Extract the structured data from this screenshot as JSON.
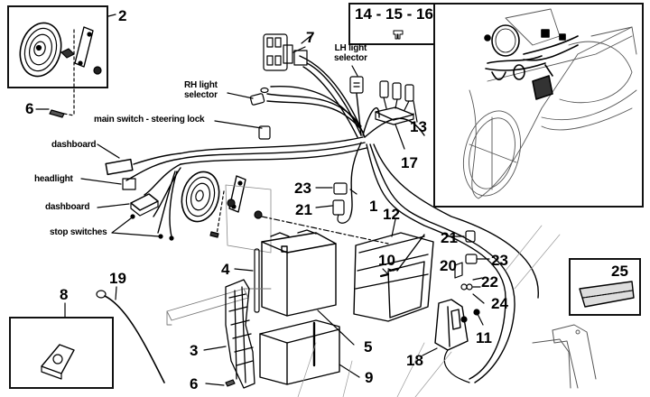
{
  "diagram": {
    "type": "exploded parts diagram - scooter electrical system",
    "part_numbers": {
      "p1": "1",
      "p2": "2",
      "p3": "3",
      "p4": "4",
      "p5": "5",
      "p6a": "6",
      "p6b": "6",
      "p7": "7",
      "p8": "8",
      "p9": "9",
      "p10": "10",
      "p11": "11",
      "p12": "12",
      "p13": "13",
      "p14_16": "14 - 15 - 16",
      "p17": "17",
      "p18": "18",
      "p19": "19",
      "p20": "20",
      "p21a": "21",
      "p21b": "21",
      "p22": "22",
      "p23a": "23",
      "p23b": "23",
      "p24": "24",
      "p25": "25"
    },
    "callouts": {
      "rh_light_selector": "RH light\nselector",
      "lh_light_selector": "LH light\nselector",
      "main_switch": "main switch - steering lock",
      "dashboard_1": "dashboard",
      "headlight": "headlight",
      "dashboard_2": "dashboard",
      "stop_switches": "stop switches"
    }
  }
}
